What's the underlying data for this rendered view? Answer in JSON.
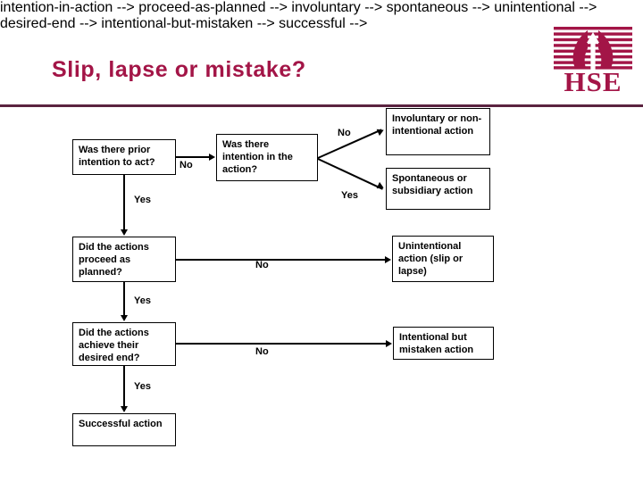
{
  "slide": {
    "title": "Slip, lapse or mistake?",
    "title_color": "#A31547",
    "rule_color": "#5B2340",
    "background": "#ffffff"
  },
  "logo": {
    "name": "hse-logo",
    "wordmark": "HSE",
    "color": "#A31547"
  },
  "flowchart": {
    "nodes": [
      {
        "id": "prior-intention",
        "label": "Was there prior intention to act?"
      },
      {
        "id": "intention-in-action",
        "label": "Was there intention in the action?"
      },
      {
        "id": "involuntary",
        "label": "Involuntary or non-intentional action"
      },
      {
        "id": "spontaneous",
        "label": "Spontaneous or subsidiary action"
      },
      {
        "id": "proceed-as-planned",
        "label": "Did the actions proceed as planned?"
      },
      {
        "id": "unintentional",
        "label": "Unintentional action (slip or lapse)"
      },
      {
        "id": "desired-end",
        "label": "Did the actions achieve their desired end?"
      },
      {
        "id": "intentional-mistaken",
        "label": "Intentional but mistaken action"
      },
      {
        "id": "successful",
        "label": "Successful action"
      }
    ],
    "edges": [
      {
        "id": "prior-to-intention-in-action",
        "label": "No",
        "from": "prior-intention",
        "to": "intention-in-action"
      },
      {
        "id": "prior-yes-down",
        "label": "Yes",
        "from": "prior-intention",
        "to": "proceed-as-planned"
      },
      {
        "id": "action-no-involuntary",
        "label": "No",
        "from": "intention-in-action",
        "to": "involuntary"
      },
      {
        "id": "action-yes-spontaneous",
        "label": "Yes",
        "from": "intention-in-action",
        "to": "spontaneous"
      },
      {
        "id": "proceed-no-unintentional",
        "label": "No",
        "from": "proceed-as-planned",
        "to": "unintentional"
      },
      {
        "id": "proceed-yes-down",
        "label": "Yes",
        "from": "proceed-as-planned",
        "to": "desired-end"
      },
      {
        "id": "desired-no-mistaken",
        "label": "No",
        "from": "desired-end",
        "to": "intentional-mistaken"
      },
      {
        "id": "desired-yes-successful",
        "label": "Yes",
        "from": "desired-end",
        "to": "successful"
      }
    ]
  }
}
